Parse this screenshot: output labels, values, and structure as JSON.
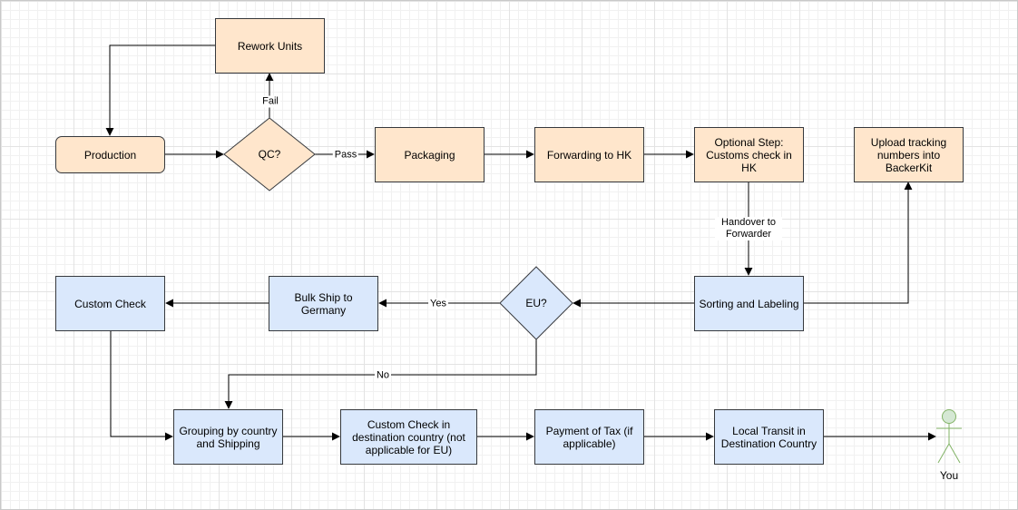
{
  "nodes": {
    "rework": "Rework Units",
    "production": "Production",
    "qc": "QC?",
    "packaging": "Packaging",
    "forwarding": "Forwarding to HK",
    "optional": "Optional Step: Customs check in HK",
    "upload": "Upload tracking numbers into BackerKit",
    "sorting": "Sorting and Labeling",
    "eu": "EU?",
    "bulk": "Bulk Ship to Germany",
    "custom_check": "Custom Check",
    "grouping": "Grouping by country and Shipping",
    "custom_dest": "Custom Check in destination country (not applicable for EU)",
    "payment": "Payment of Tax (if applicable)",
    "local": "Local Transit in Destination Country"
  },
  "edges": {
    "fail": "Fail",
    "pass": "Pass",
    "handover": "Handover to Forwarder",
    "yes": "Yes",
    "no": "No"
  },
  "actor": {
    "label": "You"
  },
  "colors": {
    "orange_fill": "#ffe6cc",
    "blue_fill": "#dae8fc",
    "stroke": "#36393d",
    "actor_stroke": "#82b366",
    "actor_fill": "#d5e8d4"
  }
}
